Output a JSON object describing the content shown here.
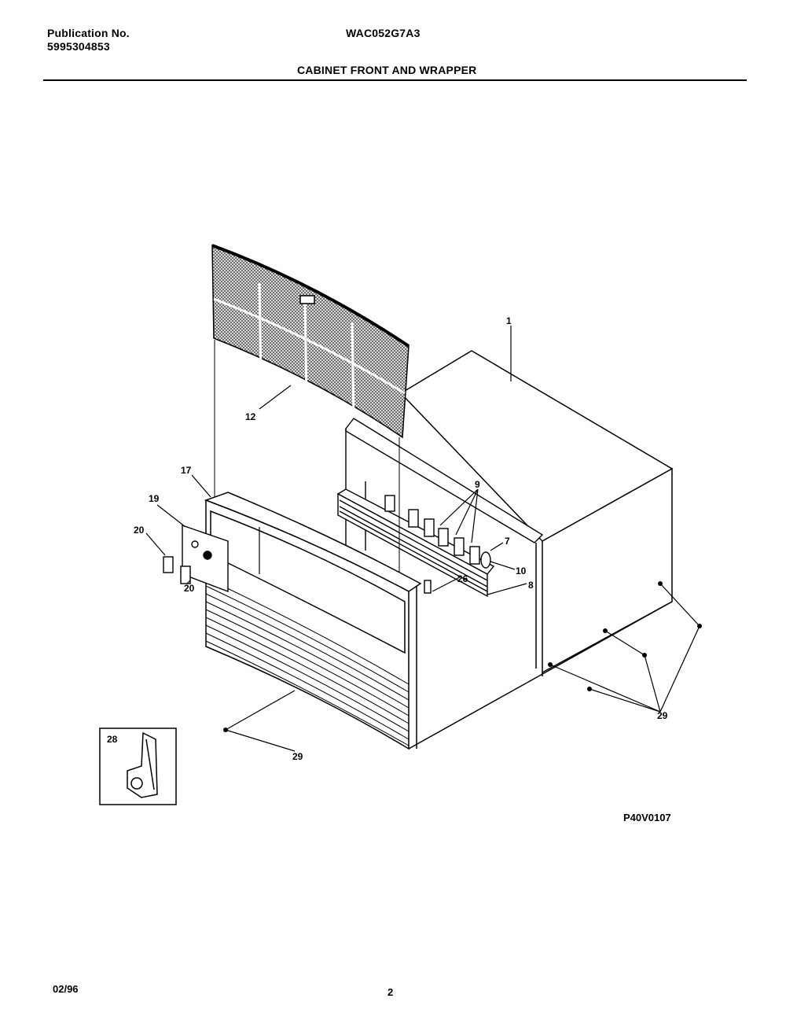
{
  "header": {
    "publication_label": "Publication No.",
    "publication_number": "5995304853",
    "model": "WAC052G7A3",
    "section_title": "CABINET FRONT AND WRAPPER"
  },
  "callouts": {
    "c1": "1",
    "c7": "7",
    "c8": "8",
    "c9": "9",
    "c10": "10",
    "c12": "12",
    "c17": "17",
    "c19": "19",
    "c20a": "20",
    "c20b": "20",
    "c26": "26",
    "c28": "28",
    "c29a": "29",
    "c29b": "29"
  },
  "drawing_code": "P40V0107",
  "footer": {
    "date": "02/96",
    "page_number": "2"
  }
}
